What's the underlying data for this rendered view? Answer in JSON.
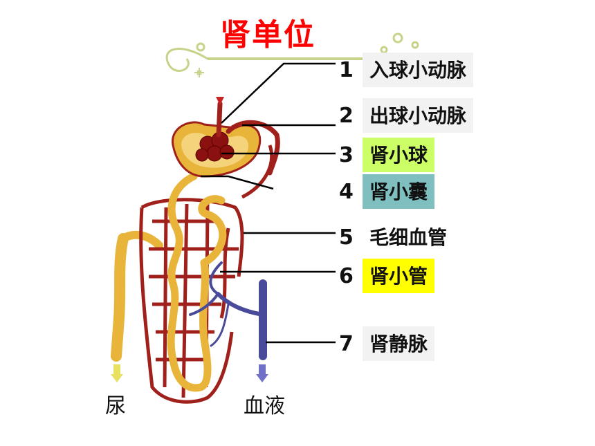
{
  "title": "肾单位",
  "labels": [
    {
      "num": "1",
      "text": "入球小动脉",
      "bg": "#f2f2f2"
    },
    {
      "num": "2",
      "text": "出球小动脉",
      "bg": "#f2f2f2"
    },
    {
      "num": "3",
      "text": "肾小球",
      "bg": "#ccff66"
    },
    {
      "num": "4",
      "text": "肾小囊",
      "bg": "#7fbfbf"
    },
    {
      "num": "5",
      "text": "毛细血管",
      "bg": "#ffffff"
    },
    {
      "num": "6",
      "text": "肾小管",
      "bg": "#ffff00"
    },
    {
      "num": "7",
      "text": "肾静脉",
      "bg": "#f2f2f2"
    }
  ],
  "bottom": {
    "urine": "尿",
    "blood": "血液"
  },
  "colors": {
    "title": "#ff0000",
    "artery": "#a0201c",
    "tubule": "#e8b53a",
    "vein": "#4a4a9a"
  }
}
